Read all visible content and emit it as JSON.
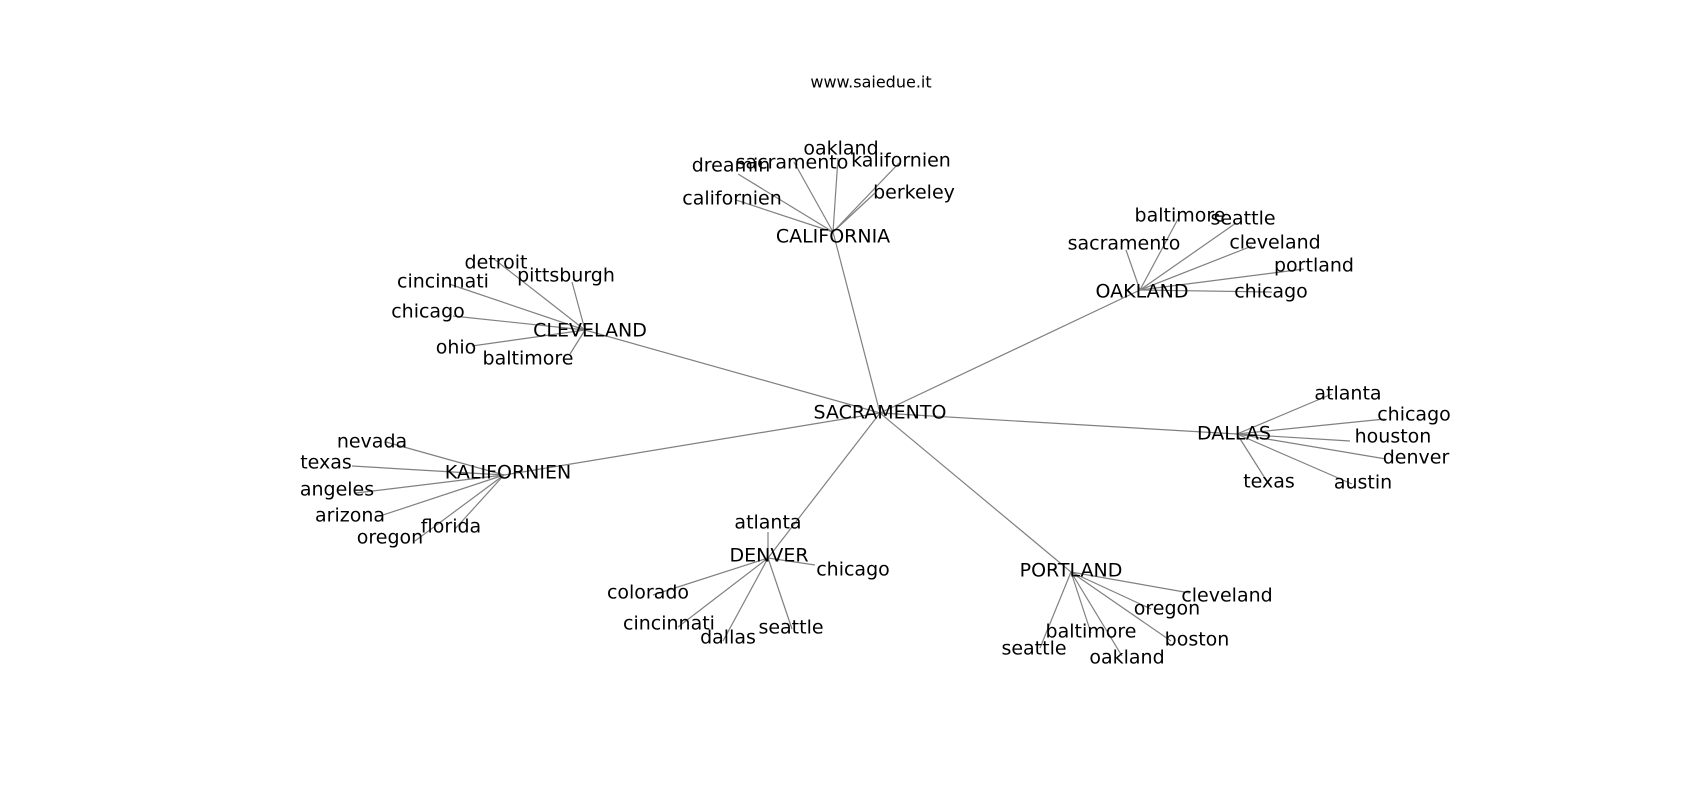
{
  "diagram": {
    "title": "www.saiedue.it",
    "center": "SACRAMENTO",
    "clusters": [
      {
        "hub": "CALIFORNIA",
        "leaves": [
          "dreamin",
          "sacramento",
          "oakland",
          "kalifornien",
          "berkeley",
          "californien"
        ]
      },
      {
        "hub": "OAKLAND",
        "leaves": [
          "baltimore",
          "seattle",
          "sacramento",
          "cleveland",
          "portland",
          "chicago"
        ]
      },
      {
        "hub": "CLEVELAND",
        "leaves": [
          "detroit",
          "pittsburgh",
          "cincinnati",
          "chicago",
          "ohio",
          "baltimore"
        ]
      },
      {
        "hub": "DALLAS",
        "leaves": [
          "atlanta",
          "chicago",
          "houston",
          "denver",
          "texas",
          "austin"
        ]
      },
      {
        "hub": "KALIFORNIEN",
        "leaves": [
          "nevada",
          "texas",
          "angeles",
          "arizona",
          "oregon",
          "florida"
        ]
      },
      {
        "hub": "DENVER",
        "leaves": [
          "atlanta",
          "chicago",
          "colorado",
          "cincinnati",
          "dallas",
          "seattle"
        ]
      },
      {
        "hub": "PORTLAND",
        "leaves": [
          "cleveland",
          "oregon",
          "baltimore",
          "boston",
          "seattle",
          "oakland"
        ]
      }
    ]
  }
}
